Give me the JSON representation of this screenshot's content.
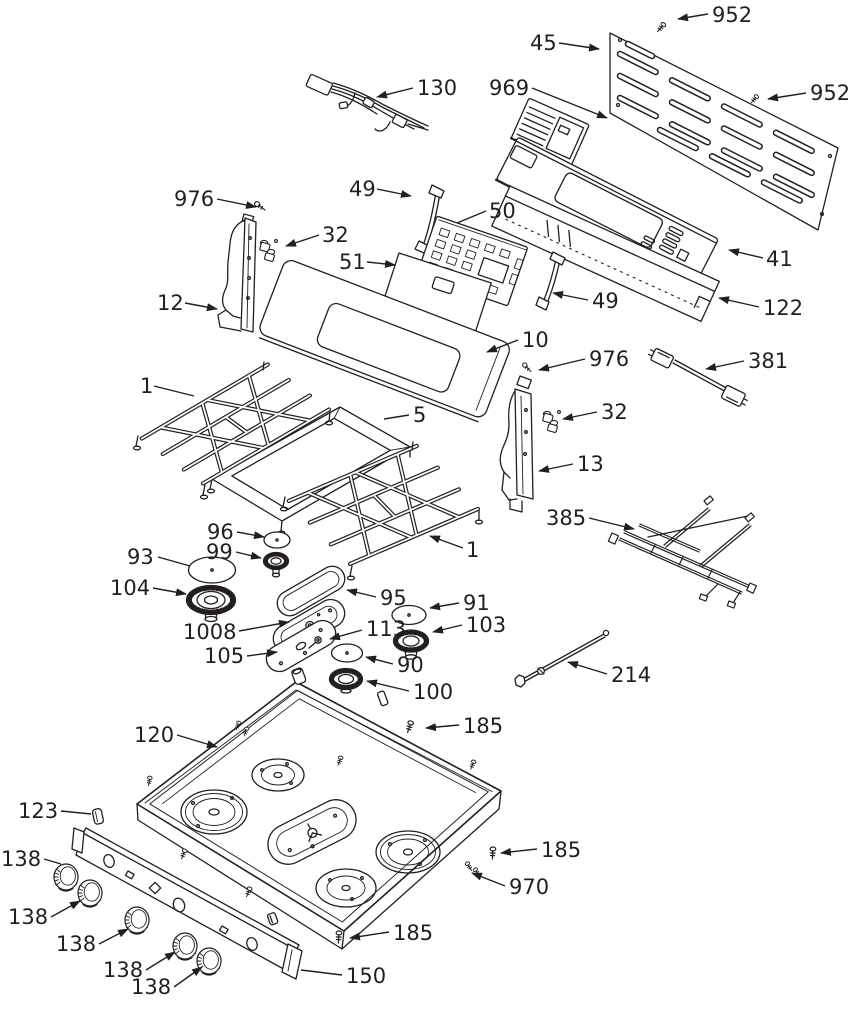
{
  "diagram": {
    "kind": "exploded-parts-diagram",
    "subject": "gas range cooktop and control panel assembly",
    "background_color": "#ffffff",
    "line_color": "#231f20"
  },
  "callouts": [
    {
      "text": "952"
    },
    {
      "text": "45"
    },
    {
      "text": "952"
    },
    {
      "text": "130"
    },
    {
      "text": "969"
    },
    {
      "text": "49"
    },
    {
      "text": "976"
    },
    {
      "text": "50"
    },
    {
      "text": "32"
    },
    {
      "text": "51"
    },
    {
      "text": "41"
    },
    {
      "text": "12"
    },
    {
      "text": "49"
    },
    {
      "text": "122"
    },
    {
      "text": "10"
    },
    {
      "text": "976"
    },
    {
      "text": "381"
    },
    {
      "text": "1"
    },
    {
      "text": "32"
    },
    {
      "text": "5"
    },
    {
      "text": "13"
    },
    {
      "text": "385"
    },
    {
      "text": "96"
    },
    {
      "text": "1"
    },
    {
      "text": "99"
    },
    {
      "text": "93"
    },
    {
      "text": "104"
    },
    {
      "text": "95"
    },
    {
      "text": "91"
    },
    {
      "text": "1008"
    },
    {
      "text": "113"
    },
    {
      "text": "103"
    },
    {
      "text": "105"
    },
    {
      "text": "90"
    },
    {
      "text": "100"
    },
    {
      "text": "214"
    },
    {
      "text": "185"
    },
    {
      "text": "120"
    },
    {
      "text": "123"
    },
    {
      "text": "185"
    },
    {
      "text": "138"
    },
    {
      "text": "970"
    },
    {
      "text": "138"
    },
    {
      "text": "138"
    },
    {
      "text": "185"
    },
    {
      "text": "138"
    },
    {
      "text": "138"
    },
    {
      "text": "150"
    }
  ]
}
